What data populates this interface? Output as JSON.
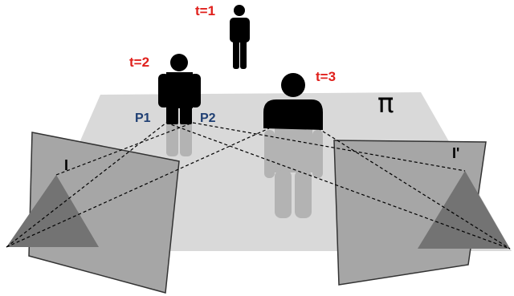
{
  "labels": {
    "t1": "t=1",
    "t2": "t=2",
    "t3": "t=3",
    "p1": "P1",
    "p2": "P2",
    "plane": "π",
    "image_left": "I",
    "image_right": "I'"
  },
  "colors": {
    "time_label": "#e0201c",
    "point_label": "#1f3f73",
    "person": "#000000",
    "reflection": "#b3b3b3",
    "plane": "#d9d9d9",
    "image_panel": "#a6a6a6",
    "camera_cone": "#737373"
  }
}
